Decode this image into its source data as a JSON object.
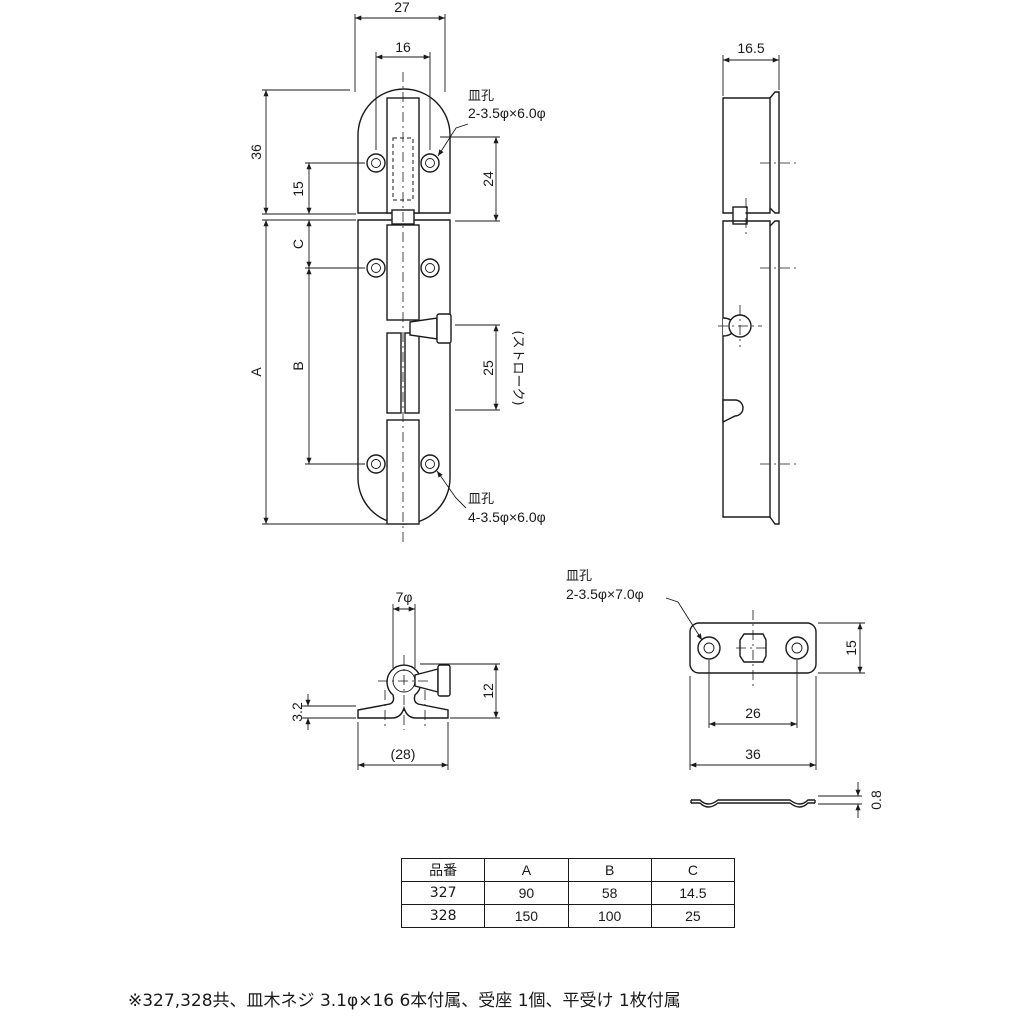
{
  "front_view": {
    "dim_top_width": "27",
    "dim_hole_pitch": "16",
    "dim_upper_height": "36",
    "dim_upper_hole": "15",
    "dim_upper_plate": "24",
    "dim_c": "C",
    "dim_a": "A",
    "dim_b": "B",
    "dim_stroke": "25",
    "stroke_label": "(ストローク)",
    "hole_note_upper_title": "皿孔",
    "hole_note_upper_spec": "2-3.5φ×6.0φ",
    "hole_note_lower_title": "皿孔",
    "hole_note_lower_spec": "4-3.5φ×6.0φ"
  },
  "side_view": {
    "dim_width": "16.5"
  },
  "bottom_view": {
    "dim_bolt_dia": "7φ",
    "dim_flange": "3.2",
    "dim_height": "12",
    "dim_width": "(28)"
  },
  "receiver_plate": {
    "hole_note_title": "皿孔",
    "hole_note_spec": "2-3.5φ×7.0φ",
    "dim_height": "15",
    "dim_hole_pitch": "26",
    "dim_width": "36",
    "dim_thickness": "0.8"
  },
  "spec_table": {
    "headers": [
      "品番",
      "A",
      "B",
      "C"
    ],
    "rows": [
      [
        "327",
        "90",
        "58",
        "14.5"
      ],
      [
        "328",
        "150",
        "100",
        "25"
      ]
    ]
  },
  "footnote": "※327,328共、皿木ネジ 3.1φ×16 6本付属、受座 1個、平受け 1枚付属"
}
